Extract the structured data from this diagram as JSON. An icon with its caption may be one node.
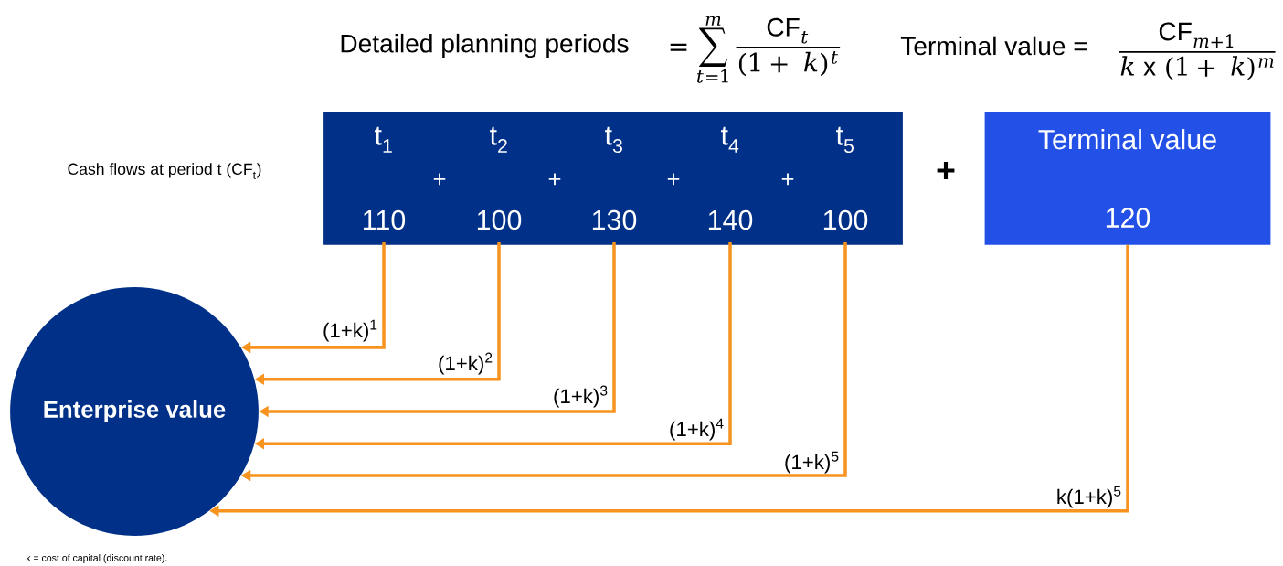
{
  "diagram": {
    "nodes": [
      {
        "text": [],
        "shape": "box"
      },
      {
        "text": [
          "t$_{1}$",
          "110"
        ],
        "in": 0
      },
      {
        "text": [
          "t$_{2}$",
          "100"
        ],
        "in": 0
      },
      {
        "text": [
          "t$_{3}$",
          "130"
        ],
        "in": 0
      },
      {
        "text": [
          "t$_{4}$",
          "140"
        ],
        "in": 0
      },
      {
        "text": [
          "t$_{5}$",
          "100"
        ],
        "in": 0
      },
      {
        "text": [
          "Terminal value",
          "120"
        ]
      },
      {
        "text": [
          "Enterprise value"
        ]
      }
    ],
    "edges": [
      {
        "from": 1,
        "to": 7,
        "arrow": "to",
        "label": "(1+k)$^{1}$"
      },
      {
        "from": 2,
        "to": 7,
        "arrow": "to",
        "label": "(1+k)$^{2}$"
      },
      {
        "from": 3,
        "to": 7,
        "arrow": "to",
        "label": "(1+k)$^{3}$"
      },
      {
        "from": 4,
        "to": 7,
        "arrow": "to",
        "label": "(1+k)$^{4}$"
      },
      {
        "from": 5,
        "to": 7,
        "arrow": "to",
        "label": "(1+k)$^{5}$"
      },
      {
        "from": 6,
        "to": 7,
        "arrow": "to",
        "label": "k(1+k)$^{5}$"
      }
    ],
    "labels": [
      "Detailed planning periods",
      "=\\sum_{t=1}^{m}\\frac{\\mathrm{CF}_{t}}{(1+\\ k)^{t}}",
      "Terminal value =",
      "\\frac{\\mathrm{CF}_{m+1}}{k\\ \\mathrm{x}\\ (1+\\ k)^{m}}",
      "Cash flows at period t (CF$_{t}$)",
      "+",
      "+",
      "+",
      "+",
      "+",
      "k = cost of capital (discount rate)."
    ]
  }
}
